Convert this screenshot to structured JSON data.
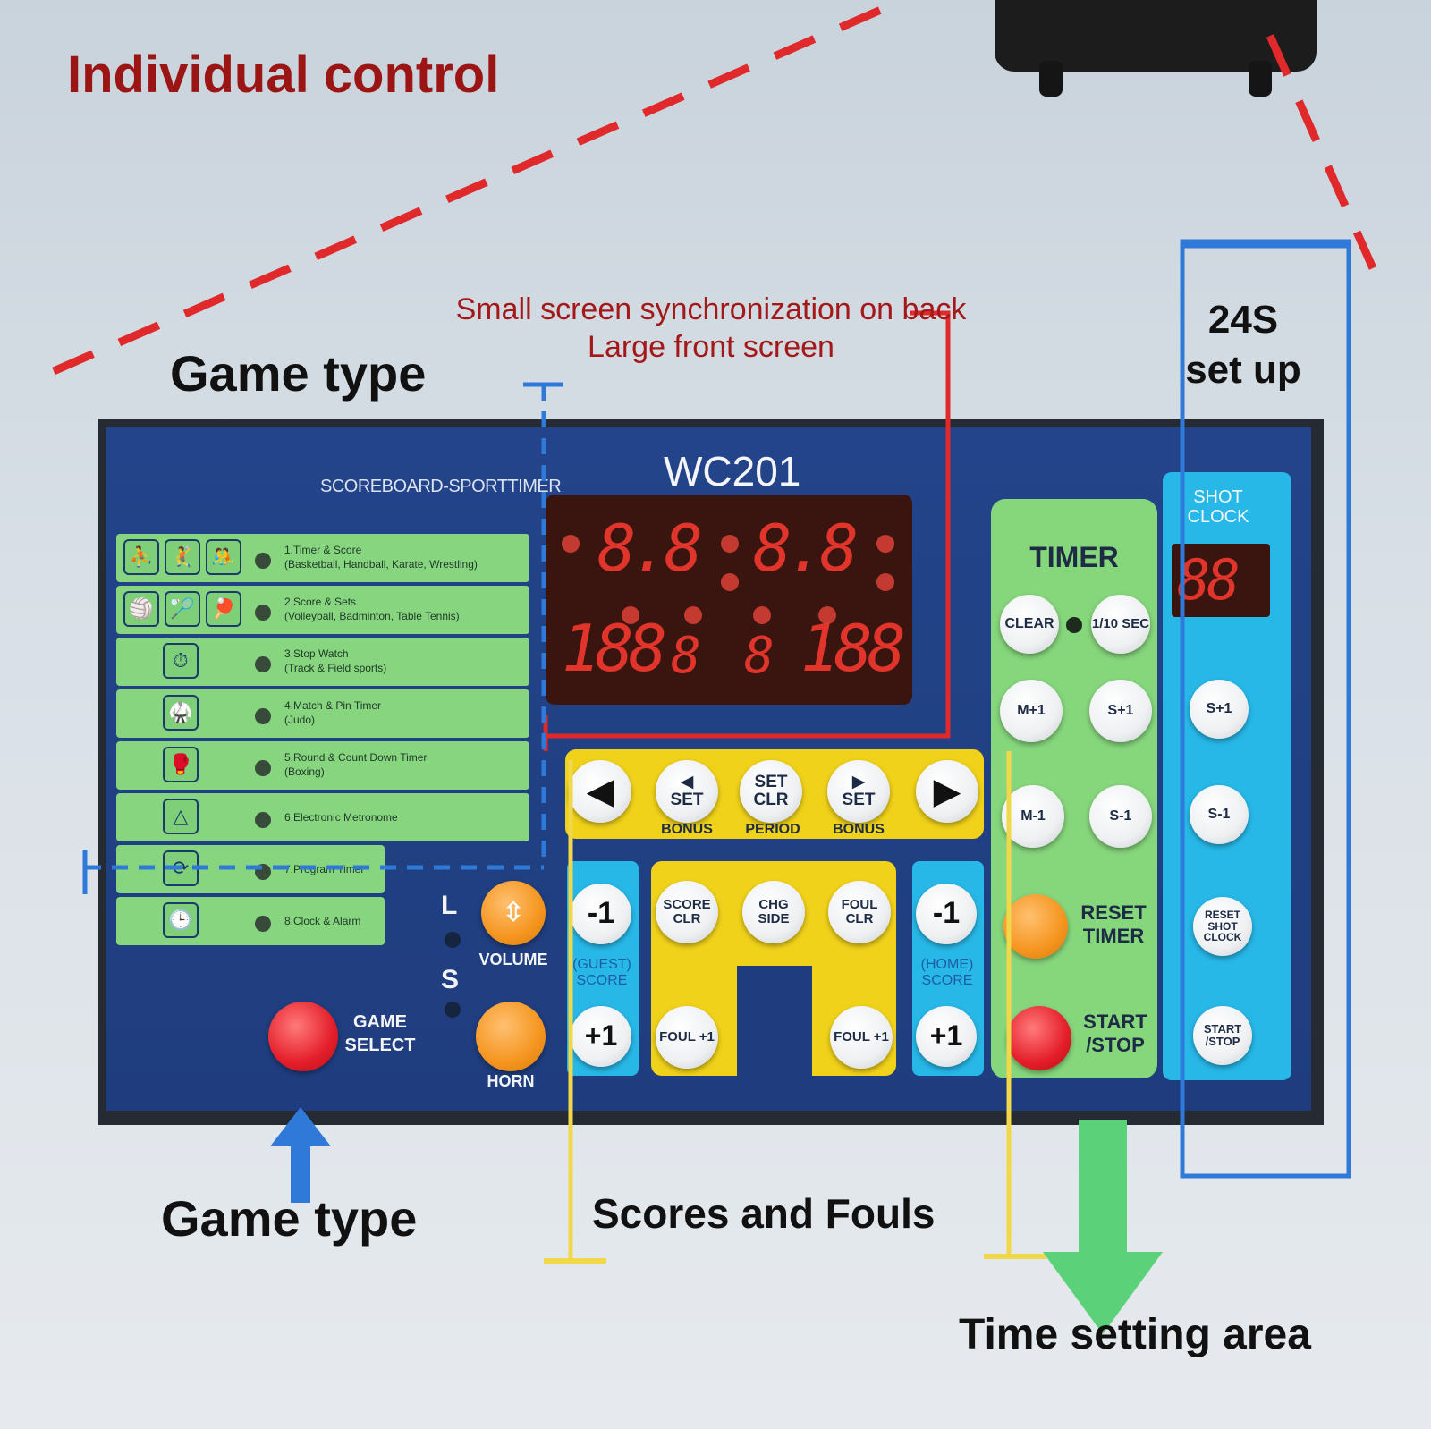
{
  "captions": {
    "main": "Individual control",
    "sync_line1": "Small screen synchronization on back",
    "sync_line2": "Large front screen",
    "game_type_top": "Game type",
    "game_type_bottom": "Game type",
    "shot_setup_line1": "24S",
    "shot_setup_line2": "set up",
    "scores_fouls": "Scores and Fouls",
    "time_setting": "Time setting area"
  },
  "panel": {
    "brand": "SCOREBOARD-SPORTTIMER",
    "model": "WC201"
  },
  "modes": [
    {
      "label": "1.Timer & Score",
      "detail": "(Basketball, Handball, Karate, Wrestling)"
    },
    {
      "label": "2.Score & Sets",
      "detail": "(Volleyball, Badminton, Table Tennis)"
    },
    {
      "label": "3.Stop Watch",
      "detail": "(Track & Field sports)"
    },
    {
      "label": "4.Match & Pin Timer",
      "detail": "(Judo)"
    },
    {
      "label": "5.Round & Count Down Timer",
      "detail": "(Boxing)"
    },
    {
      "label": "6.Electronic Metronome",
      "detail": ""
    },
    {
      "label": "7.Program Timer",
      "detail": ""
    },
    {
      "label": "8.Clock & Alarm",
      "detail": ""
    }
  ],
  "display": {
    "top_left": "8.8",
    "top_right": "8.8",
    "bottom_left": "188",
    "bottom_mid_left": "8",
    "bottom_mid_right": "8",
    "bottom_right": "188"
  },
  "controls": {
    "volume_label": "VOLUME",
    "horn_label": "HORN",
    "game_select_label": "GAME SELECT",
    "led_l": "L",
    "led_s": "S",
    "set_left": "SET",
    "set_clr": "SET CLR",
    "set_right": "SET",
    "bonus_left": "BONUS",
    "period": "PERIOD",
    "bonus_right": "BONUS",
    "score_clr": "SCORE CLR",
    "chg_side": "CHG SIDE",
    "foul_clr": "FOUL CLR",
    "foul_plus_left": "FOUL +1",
    "foul_plus_right": "FOUL +1",
    "guest_minus": "-1",
    "guest_plus": "+1",
    "guest_score": "(GUEST) SCORE",
    "home_minus": "-1",
    "home_plus": "+1",
    "home_score": "(HOME) SCORE"
  },
  "timer": {
    "title": "TIMER",
    "clear": "CLEAR",
    "tenth_sec": "1/10 SEC",
    "m_plus": "M+1",
    "s_plus": "S+1",
    "m_minus": "M-1",
    "s_minus": "S-1",
    "reset": "RESET TIMER",
    "start_stop": "START /STOP"
  },
  "shot_clock": {
    "title": "SHOT CLOCK",
    "display": "88",
    "s_plus": "S+1",
    "s_minus": "S-1",
    "reset": "RESET SHOT CLOCK",
    "start_stop": "START /STOP"
  },
  "colors": {
    "callout_red": "#e0292b",
    "callout_blue": "#2f79d8",
    "callout_yellow": "#f1d84a",
    "callout_green": "#5bd17a",
    "panel_blue": "#1f3d7e"
  }
}
